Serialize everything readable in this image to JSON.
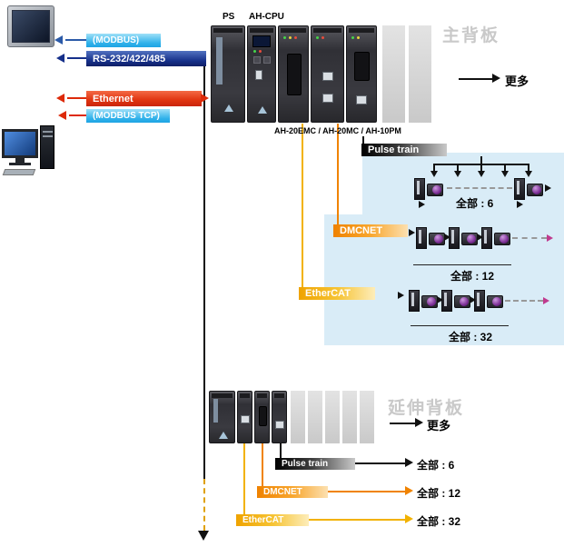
{
  "icons": {
    "hmi": "hmi-touch-panel",
    "pc": "desktop-computer",
    "servo": "servo-drive-with-motor"
  },
  "colors": {
    "modbus_bar": "#2fb1ea",
    "rs232_bar": "#16308a",
    "ethernet_bar": "#dd2a09",
    "pulse_bar": "#111111",
    "dmcnet_bar": "#f08300",
    "ethercat_bar": "#f2b200",
    "panel_bg": "#d9ecf7",
    "backplane_label_color": "#c9c9c9"
  },
  "labels": {
    "ps": "PS",
    "cpu": "AH-CPU"
  },
  "comm": {
    "modbus": "(MODBUS)",
    "rs232": "RS-232/422/485",
    "ethernet": "Ethernet",
    "modbus_tcp": "(MODBUS TCP)"
  },
  "main_rack": {
    "backplane": "主背板",
    "more": "更多",
    "caption": "AH-20EMC / AH-20MC / AH-10PM"
  },
  "networks": {
    "pulse": {
      "name": "Pulse train",
      "total": "全部 :  6"
    },
    "dmcnet": {
      "name": "DMCNET",
      "total": "全部 : 12"
    },
    "ethercat": {
      "name": "EtherCAT",
      "total": "全部 : 32"
    }
  },
  "extension": {
    "backplane": "延伸背板",
    "more": "更多",
    "pulse": {
      "name": "Pulse train",
      "total": "全部 : 6"
    },
    "dmcnet": {
      "name": "DMCNET",
      "total": "全部 : 12"
    },
    "ethercat": {
      "name": "EtherCAT",
      "total": "全部 : 32"
    }
  }
}
